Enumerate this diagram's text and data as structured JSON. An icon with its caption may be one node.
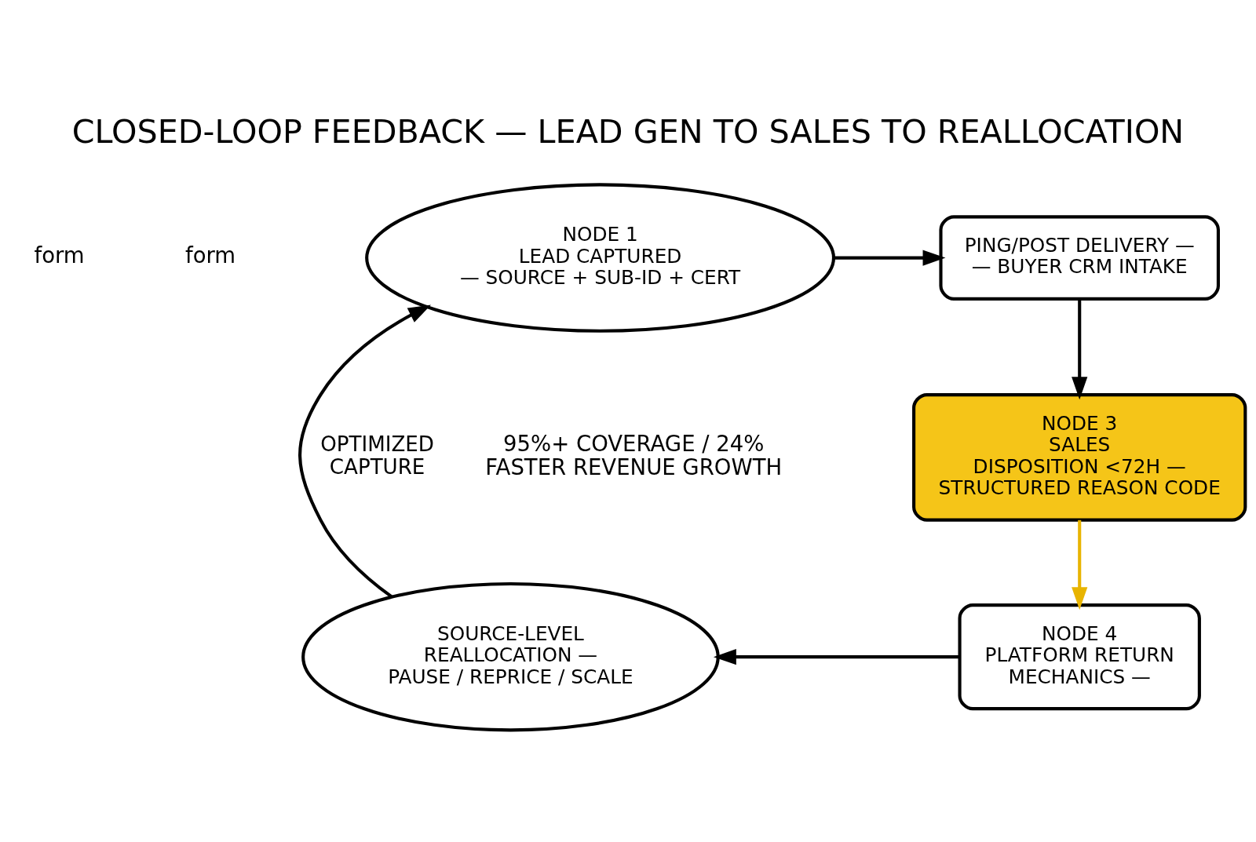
{
  "diagram": {
    "title": "CLOSED-LOOP FEEDBACK — LEAD GEN TO SALES TO REALLOCATION",
    "nodes": [
      {
        "text": [
          "NODE 1",
          "LEAD CAPTURED",
          "— SOURCE + SUB-ID + CERT"
        ]
      },
      {
        "text": [
          "PING/POST DELIVERY —",
          "— BUYER CRM INTAKE"
        ]
      },
      {
        "text": [
          "NODE 3",
          "SALES",
          "DISPOSITION <72H — STRUCTURED REASON CODE"
        ]
      },
      {
        "text": [
          "NODE 4",
          "PLATFORM RETURN MECHANICS —"
        ]
      },
      {
        "text": [
          "SOURCE-LEVEL REALLOCATION —",
          "PAUSE / REPRICE / SCALE"
        ]
      }
    ],
    "edges": [
      {
        "from": 0,
        "to": 1,
        "arrow": "to"
      },
      {
        "from": 1,
        "to": 2,
        "arrow": "to"
      },
      {
        "from": 2,
        "to": 3,
        "arrow": "to",
        "color": "#e8b400"
      },
      {
        "from": 3,
        "to": 4,
        "arrow": "to"
      },
      {
        "from": 4,
        "to": 0,
        "arrow": "to",
        "label": "OPTIMIZED CAPTURE"
      }
    ],
    "labels": [
      "form",
      "form",
      "95%+ COVERAGE / 24% FASTER REVENUE GROWTH"
    ]
  }
}
